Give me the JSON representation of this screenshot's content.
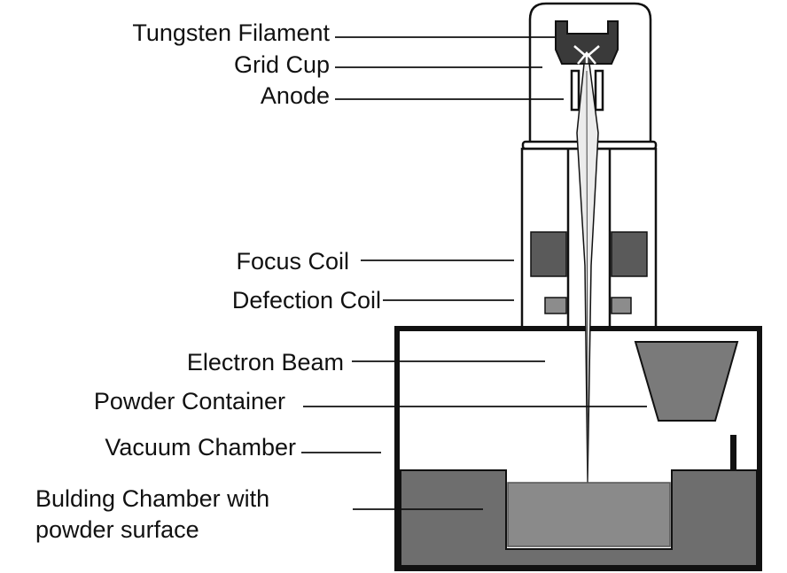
{
  "labels": {
    "tungsten_filament": "Tungsten Filament",
    "grid_cup": "Grid Cup",
    "anode": "Anode",
    "focus_coil": "Focus Coil",
    "deflection_coil": "Defection Coil",
    "electron_beam": "Electron Beam",
    "powder_container": "Powder Container",
    "vacuum_chamber": "Vacuum Chamber",
    "building_chamber_line1": "Bulding Chamber with",
    "building_chamber_line2": "powder surface"
  },
  "colors": {
    "outline": "#111111",
    "coil": "#5a5a5a",
    "deflection_coil": "#8c8c8c",
    "powder_container": "#7a7a7a",
    "build_chamber": "#6e6e6e",
    "powder_bed": "#8a8a8a",
    "filament_cup": "#3a3a3a"
  }
}
